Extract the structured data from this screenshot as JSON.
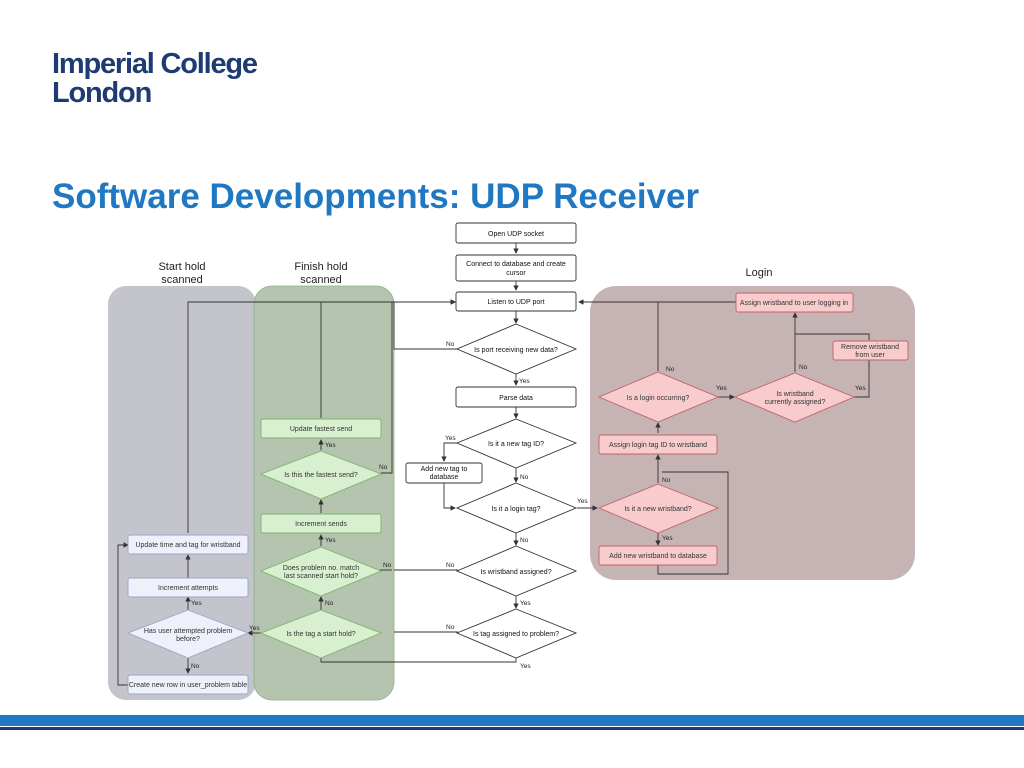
{
  "logo": {
    "line1": "Imperial College",
    "line2": "London"
  },
  "title": "Software Developments: UDP Receiver",
  "lanes": {
    "start_hold": "Start hold scanned",
    "finish_hold": "Finish hold scanned",
    "login": "Login"
  },
  "nodes": {
    "open_udp": "Open UDP socket",
    "connect_db": "Connect to database and create cursor",
    "listen_udp": "Listen to UDP port",
    "port_receiving": "Is port receiving new data?",
    "parse_data": "Parse data",
    "new_tag_id": "Is it a new tag ID?",
    "add_new_tag": "Add new tag to database",
    "login_tag": "Is it a login tag?",
    "wristband_assigned": "Is wristband assigned?",
    "tag_assigned_problem": "Is tag assigned to problem?",
    "update_fastest": "Update fastest send",
    "is_fastest": "Is this the fastest send?",
    "increment_sends": "Increment sends",
    "problem_match": "Does problem no. match last scanned start hold?",
    "is_start_hold": "Is the tag a start hold?",
    "update_time_tag": "Update time and tag for wristband",
    "increment_attempts": "Increment attempts",
    "user_attempted": "Has user attempted problem before?",
    "create_row": "Create new row in user_problem table",
    "assign_wristband_user": "Assign wristband to user logging in",
    "remove_wristband": "Remove wristband from user",
    "login_occurring": "Is a login occurring?",
    "wristband_currently": "Is wristband currently assigned?",
    "assign_login_tag": "Assign login tag ID to wristband",
    "is_new_wristband": "Is it a new wristband?",
    "add_new_wristband": "Add new wristband to database"
  },
  "edge_labels": {
    "yes": "Yes",
    "no": "No"
  },
  "colors": {
    "gray_lane": "#c3c4cc",
    "green_lane": "#b4c4ae",
    "login_lane": "#c6b4b5",
    "green_box": "#d9f0d0",
    "green_stroke": "#7cb46a",
    "red_box": "#f8cccd",
    "red_stroke": "#c0616a",
    "blue_box": "#eef0fa",
    "blue_stroke": "#9aa6c8",
    "accent_blue": "#1f78c1",
    "navy": "#1f3b73"
  }
}
